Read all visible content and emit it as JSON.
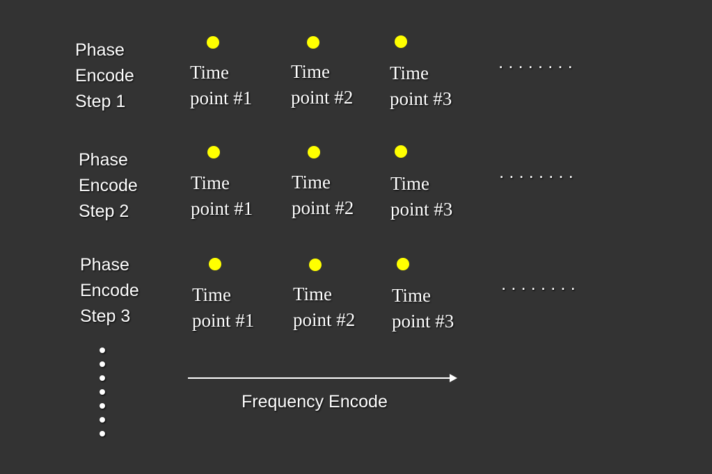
{
  "colors": {
    "background": "#333333",
    "dot": "#ffff00",
    "text": "#ffffff"
  },
  "rows": [
    {
      "label": "Phase\nEncode\nStep 1",
      "points": [
        "Time\npoint #1",
        "Time\npoint #2",
        "Time\npoint #3"
      ],
      "continuation": "........"
    },
    {
      "label": "Phase\nEncode\nStep 2",
      "points": [
        "Time\npoint #1",
        "Time\npoint #2",
        "Time\npoint #3"
      ],
      "continuation": "........"
    },
    {
      "label": "Phase\nEncode\nStep 3",
      "points": [
        "Time\npoint #1",
        "Time\npoint #2",
        "Time\npoint #3"
      ],
      "continuation": "........"
    }
  ],
  "frequency_axis": {
    "label": "Frequency Encode"
  }
}
